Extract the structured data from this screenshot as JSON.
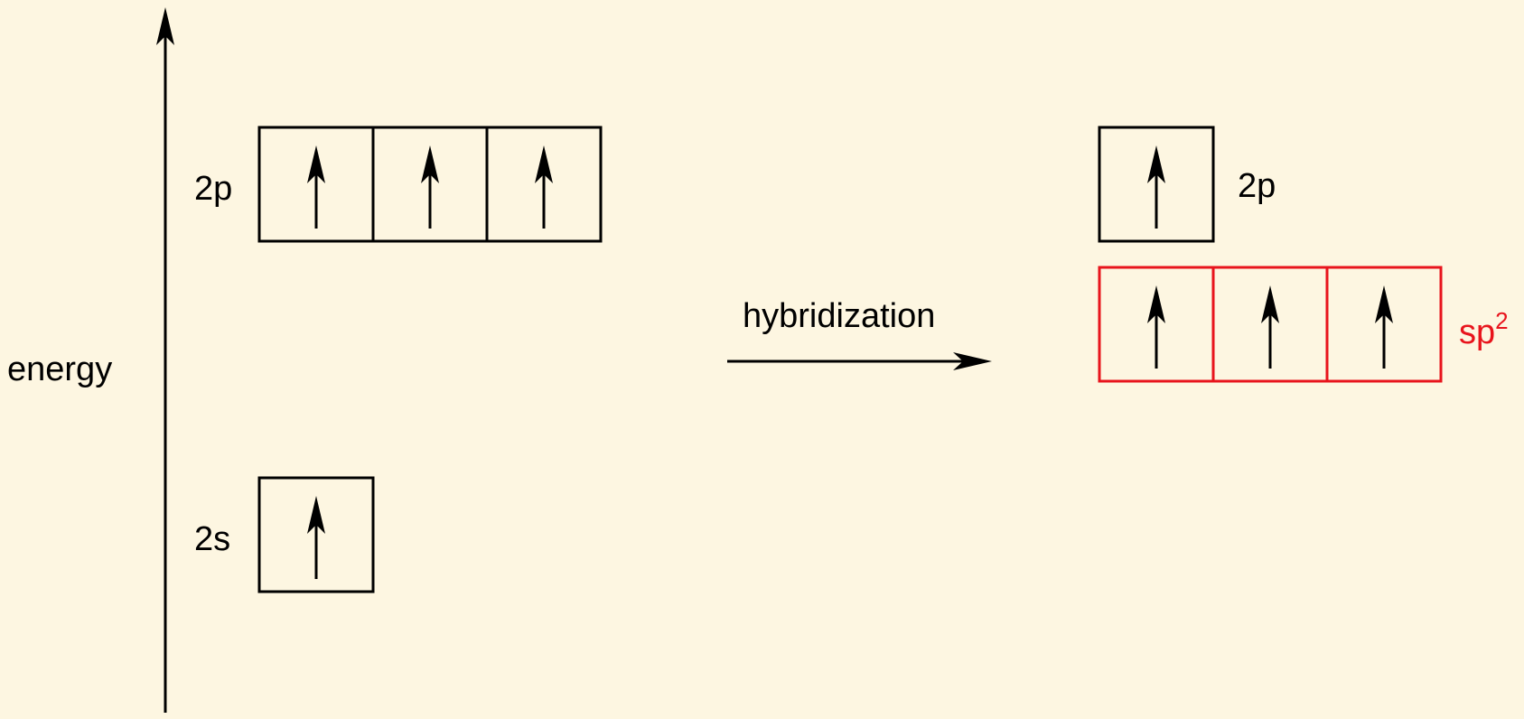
{
  "colors": {
    "background": "#fdf6e1",
    "ink": "#000000",
    "hybrid": "#e8141c"
  },
  "axis": {
    "label": "energy"
  },
  "before": {
    "p_label": "2p",
    "s_label": "2s",
    "p_orbitals": [
      {
        "electron": "up"
      },
      {
        "electron": "up"
      },
      {
        "electron": "up"
      }
    ],
    "s_orbitals": [
      {
        "electron": "up"
      }
    ]
  },
  "process": {
    "label": "hybridization"
  },
  "after": {
    "p_label": "2p",
    "hybrid_label": {
      "base": "sp",
      "superscript": "2"
    },
    "p_orbitals": [
      {
        "electron": "up"
      }
    ],
    "hybrid_orbitals": [
      {
        "electron": "up"
      },
      {
        "electron": "up"
      },
      {
        "electron": "up"
      }
    ]
  }
}
